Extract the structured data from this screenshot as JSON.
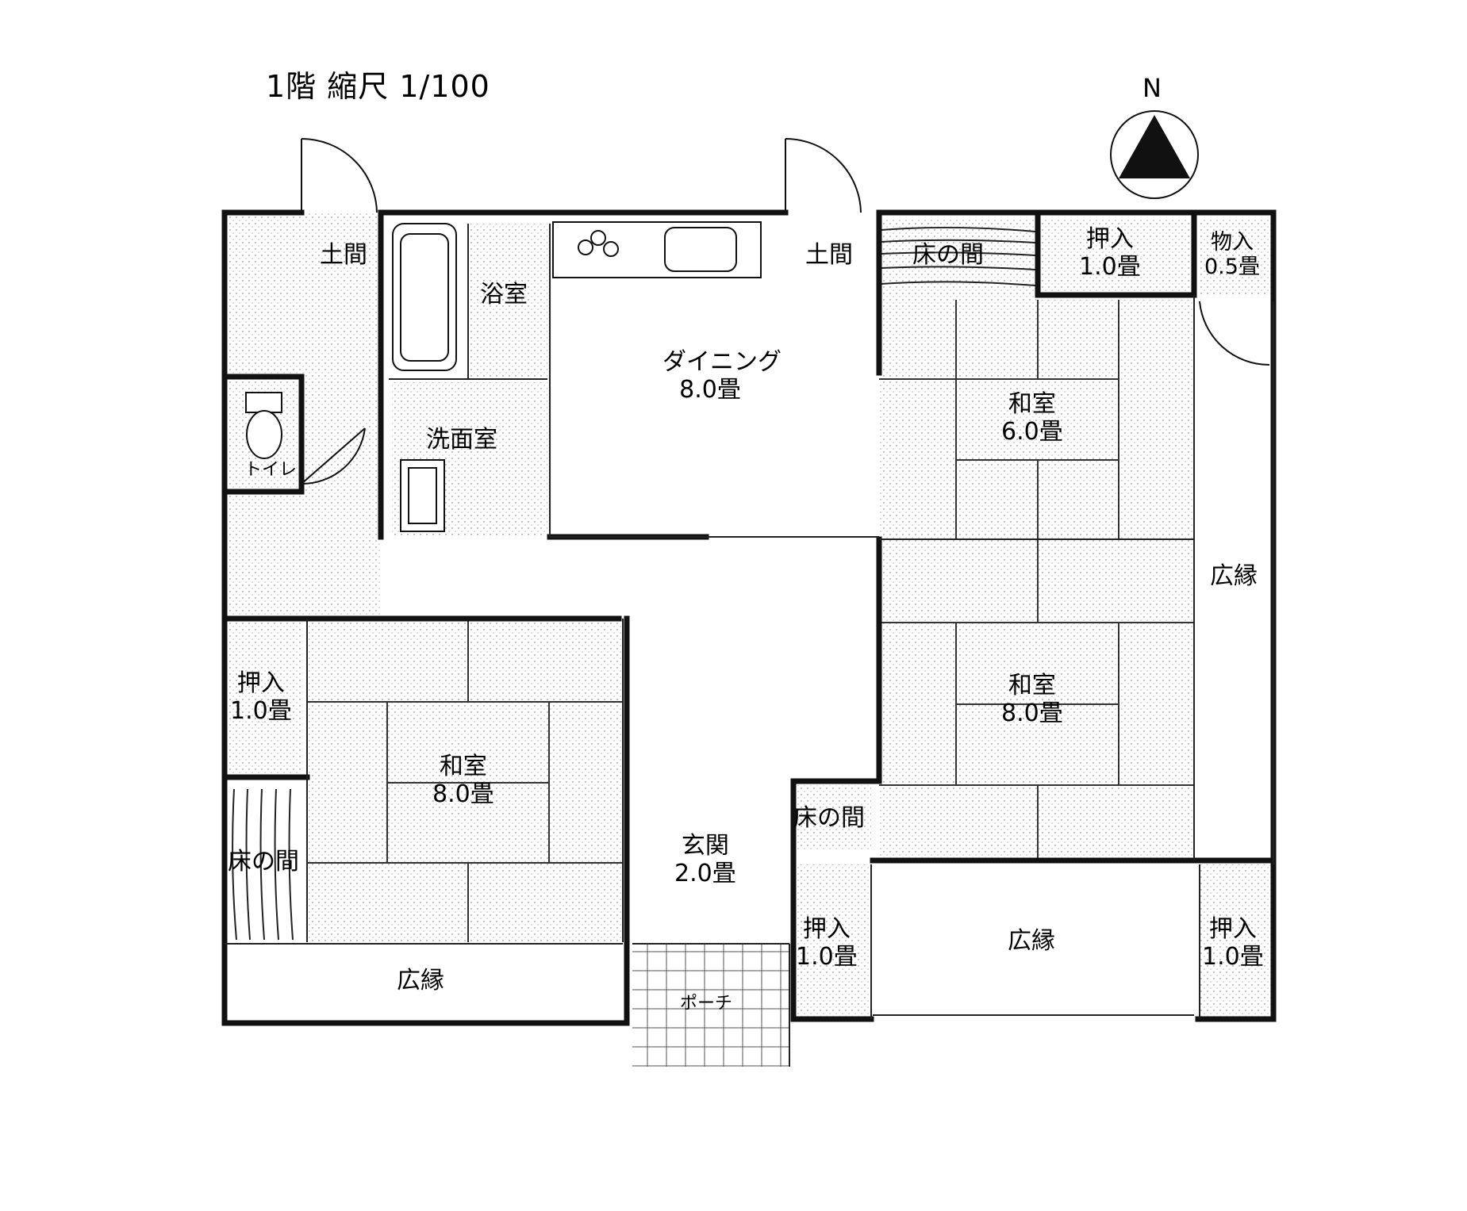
{
  "title": "1階 縮尺 1/100",
  "compass": {
    "label": "N",
    "icon": "north-arrow-icon"
  },
  "rooms": {
    "doma_left": "土間",
    "doma_right": "土間",
    "bath": "浴室",
    "washroom": "洗面室",
    "toilet": "トイレ",
    "dining": {
      "name": "ダイニング",
      "size": "8.0畳"
    },
    "tokonoma_top": "床の間",
    "oshiire_top": {
      "name": "押入",
      "size": "1.0畳"
    },
    "monoire": {
      "name": "物入",
      "size": "0.5畳"
    },
    "washitsu_6": {
      "name": "和室",
      "size": "6.0畳"
    },
    "hiroen_right": "広縁",
    "washitsu_8_right": {
      "name": "和室",
      "size": "8.0畳"
    },
    "oshiire_left": {
      "name": "押入",
      "size": "1.0畳"
    },
    "washitsu_8_left": {
      "name": "和室",
      "size": "8.0畳"
    },
    "tokonoma_left": "床の間",
    "tokonoma_center": "床の間",
    "genkan": {
      "name": "玄関",
      "size": "2.0畳"
    },
    "oshiire_center": {
      "name": "押入",
      "size": "1.0畳"
    },
    "hiroen_bottom": "広縁",
    "oshiire_right": {
      "name": "押入",
      "size": "1.0畳"
    },
    "hiroen_left": "広縁",
    "porch": "ポーチ"
  },
  "colors": {
    "wall": "#111111",
    "line": "#000000",
    "floor_texture": "#eaeaea",
    "background": "#ffffff"
  }
}
